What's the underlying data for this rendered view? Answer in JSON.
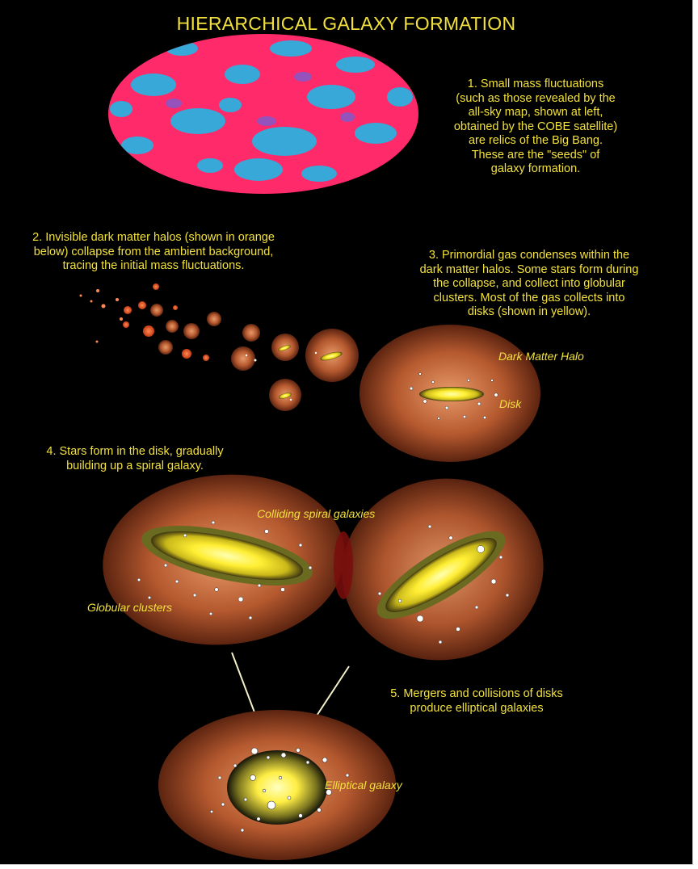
{
  "title": "HIERARCHICAL GALAXY FORMATION",
  "captions": {
    "step1": "1. Small mass fluctuations\n(such as those revealed by the\nall-sky map, shown at left,\nobtained by the COBE satellite)\nare relics of the Big Bang.\nThese are the \"seeds\" of\ngalaxy formation.",
    "step2": "2. Invisible dark matter halos (shown in orange\nbelow) collapse from the ambient background,\ntracing the initial mass fluctuations.",
    "step3": "3. Primordial gas condenses within the\ndark matter halos. Some stars form during\nthe collapse, and collect into globular\nclusters. Most of the gas collects into\ndisks (shown in yellow).",
    "step4": "4. Stars form in the disk, gradually\nbuilding up a spiral galaxy.",
    "step5": "5. Mergers and collisions of disks\nproduce elliptical galaxies"
  },
  "labels": {
    "dark_matter_halo": "Dark Matter Halo",
    "disk": "Disk",
    "colliding": "Colliding spiral galaxies",
    "globular": "Globular clusters",
    "elliptical": "Elliptical galaxy"
  },
  "colors": {
    "text": "#f2e13c",
    "background": "#000000",
    "halo": "#b5592f",
    "disk": "#ffee33",
    "sky_magenta": "#ff2a6a",
    "sky_cyan": "#37a8d8"
  }
}
